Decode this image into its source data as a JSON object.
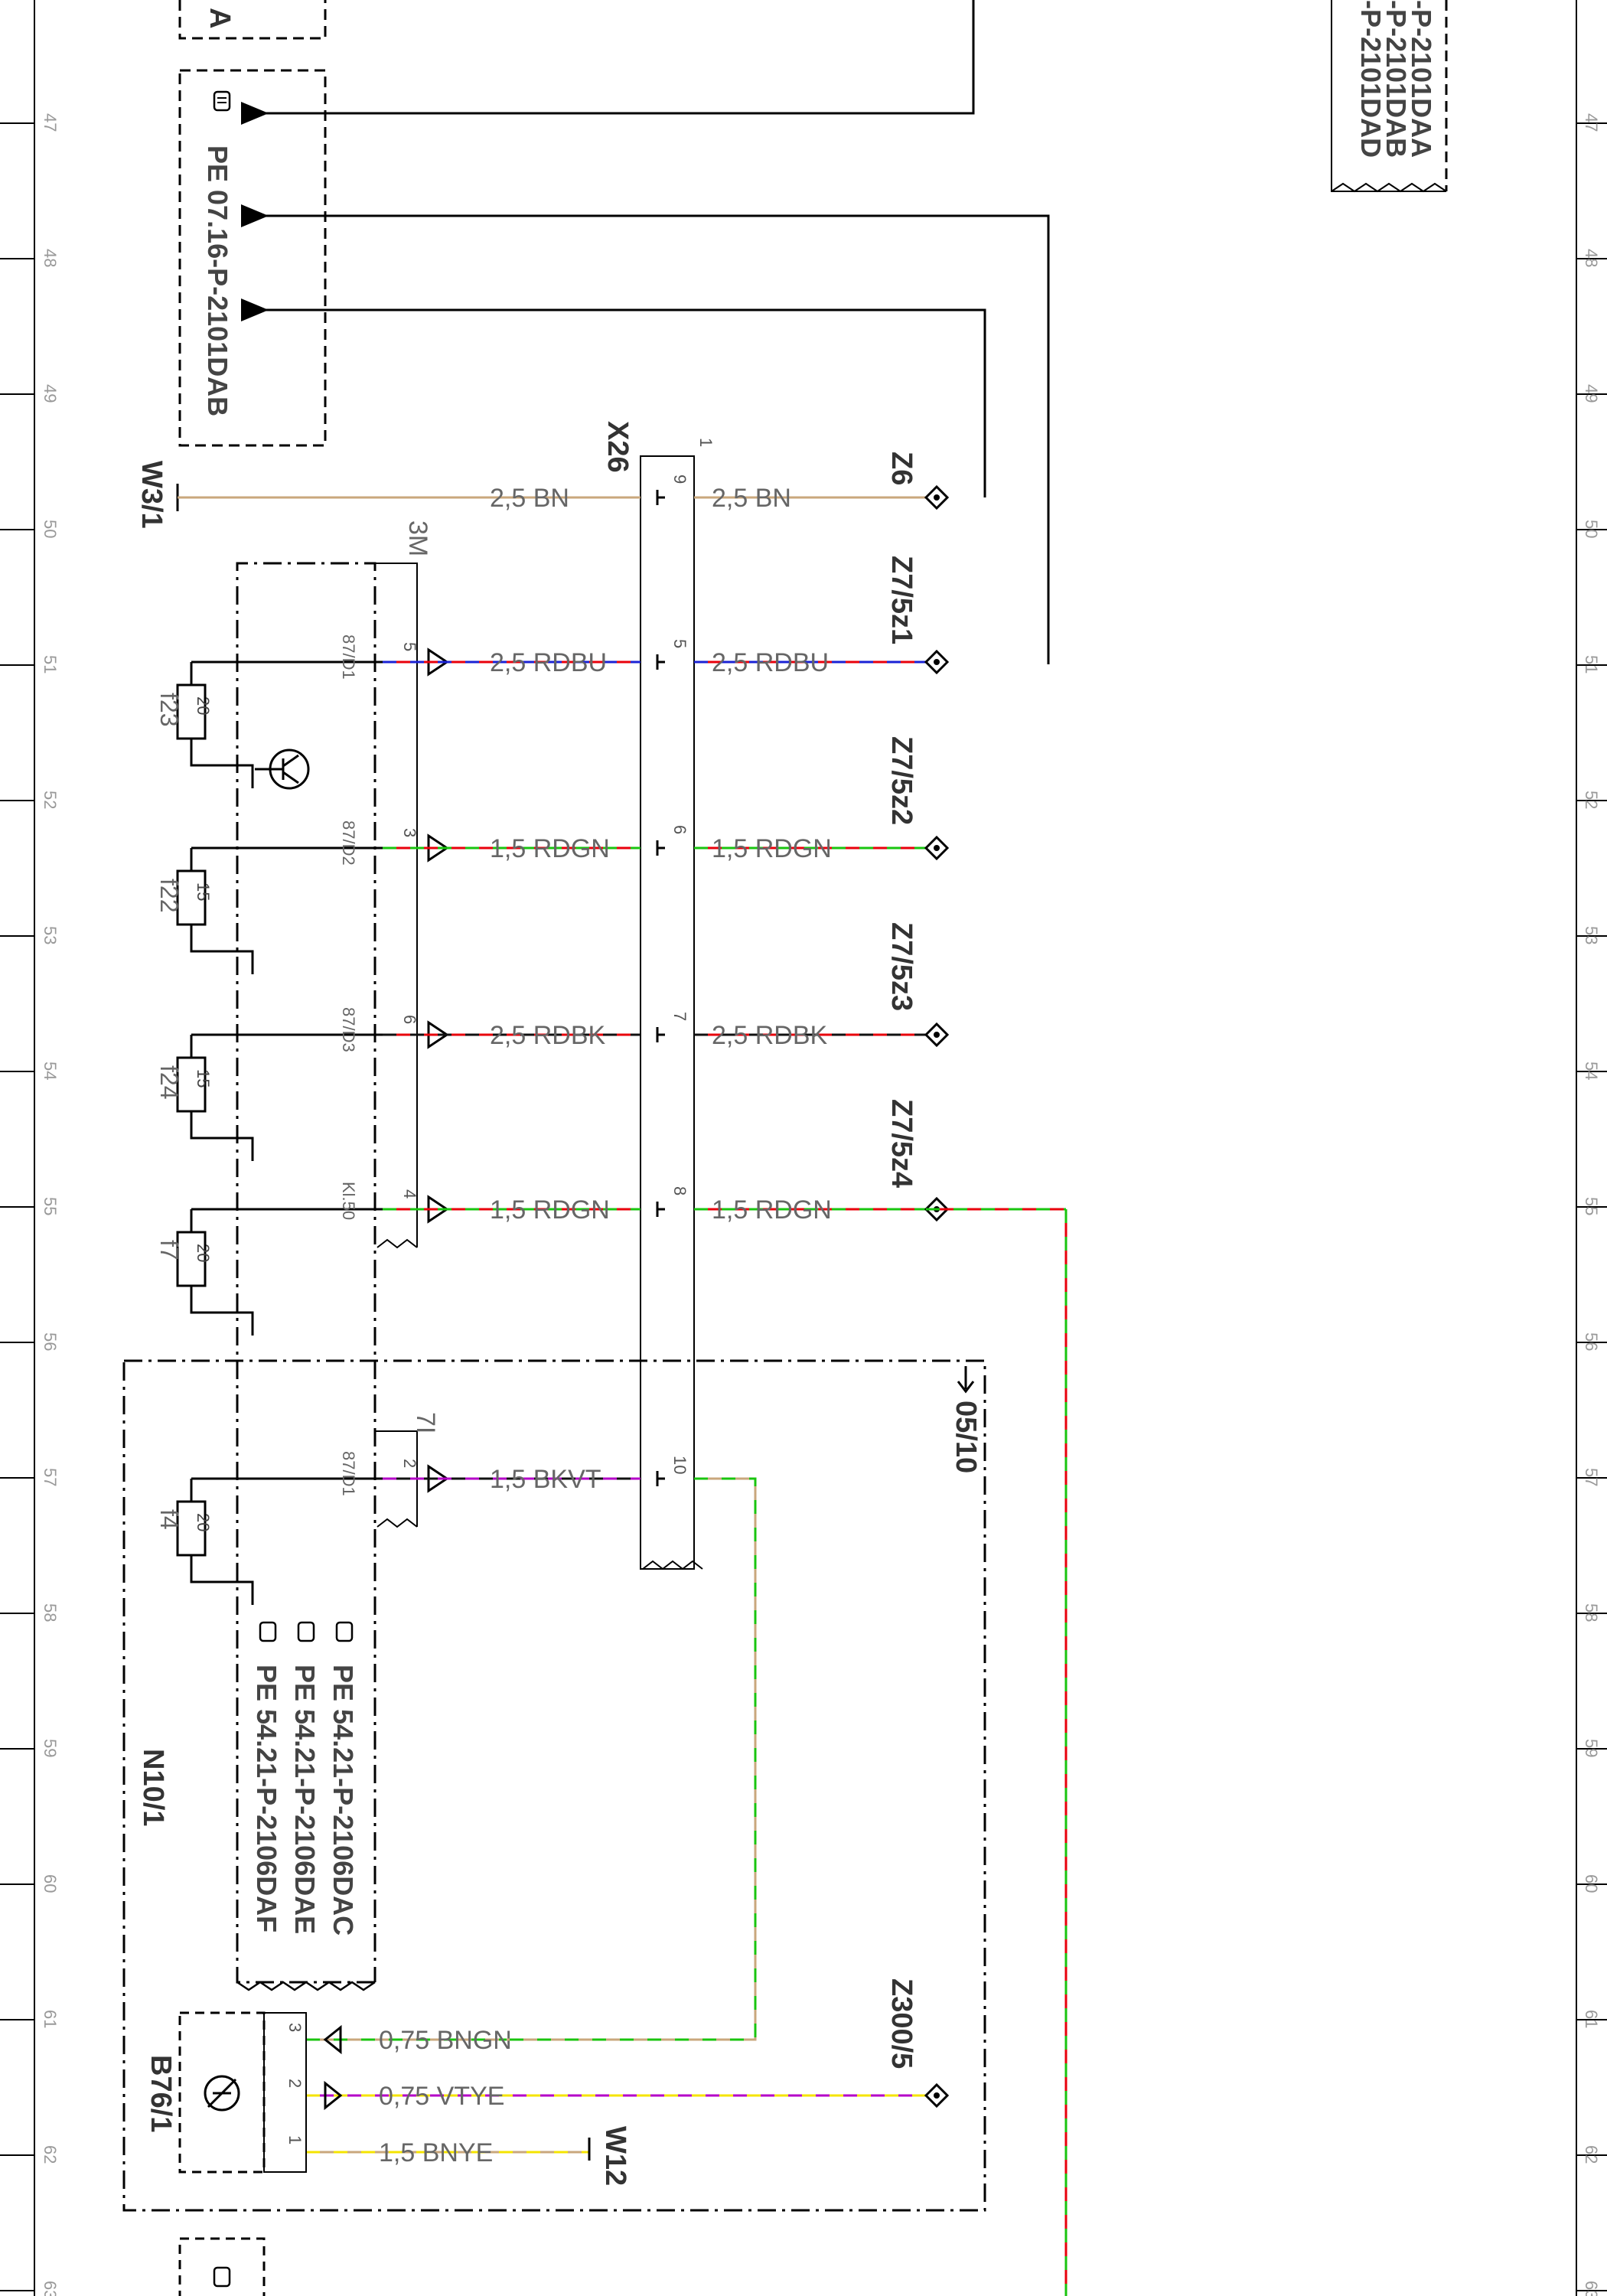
{
  "row_numbers": [
    "47",
    "48",
    "49",
    "50",
    "51",
    "52",
    "53",
    "54",
    "55",
    "56",
    "57",
    "58",
    "59",
    "60",
    "61",
    "62",
    "63"
  ],
  "top_stub": "A",
  "top_right_refs": [
    "-P-2101DAA",
    "-P-2101DAB",
    "-P-2101DAD"
  ],
  "pe_main": "PE 07.16-P-2101DAB",
  "pe_fuse_refs": [
    "PE 54.21-P-2106DAC",
    "PE 54.21-P-2106DAE",
    "PE 54.21-P-2106DAF"
  ],
  "components": {
    "w3_1": "W3/1",
    "x26": "X26",
    "x26_pin": "1",
    "z6": "Z6",
    "z7_5z1": "Z7/5z1",
    "z7_5z2": "Z7/5z2",
    "z7_5z3": "Z7/5z3",
    "z7_5z4": "Z7/5z4",
    "z300_5": "Z300/5",
    "n10_1": "N10/1",
    "b76_1": "B76/1",
    "w12": "W12",
    "ref_05_10": "05/10",
    "conn_3m": "3M",
    "conn_7i": "7I"
  },
  "fuses": [
    {
      "name": "f23",
      "rating": "20",
      "terminal": "87/D1"
    },
    {
      "name": "f22",
      "rating": "15",
      "terminal": "87/D2"
    },
    {
      "name": "f24",
      "rating": "15",
      "terminal": "87/D3"
    },
    {
      "name": "f7",
      "rating": "20",
      "terminal": "Kl.50"
    },
    {
      "name": "f4",
      "rating": "20",
      "terminal": "87/D1"
    }
  ],
  "wires": [
    {
      "id": "w50",
      "left": "2,5 BN",
      "right": "2,5 BN",
      "sam_pin": "",
      "x26_pin": "9",
      "colors": [
        "#c9a77c"
      ]
    },
    {
      "id": "w51",
      "left": "2,5 RDBU",
      "right": "2,5 RDBU",
      "sam_pin": "5",
      "x26_pin": "5",
      "colors": [
        "#e8000b",
        "#1a22d4"
      ]
    },
    {
      "id": "w52",
      "left": "1,5 RDGN",
      "right": "1,5 RDGN",
      "sam_pin": "3",
      "x26_pin": "6",
      "colors": [
        "#e8000b",
        "#19c40f"
      ]
    },
    {
      "id": "w54",
      "left": "2,5 RDBK",
      "right": "2,5 RDBK",
      "sam_pin": "6",
      "x26_pin": "7",
      "colors": [
        "#e8000b",
        "#111111"
      ]
    },
    {
      "id": "w55",
      "left": "1,5 RDGN",
      "right": "1,5 RDGN",
      "sam_pin": "4",
      "x26_pin": "8",
      "colors": [
        "#e8000b",
        "#19c40f"
      ]
    },
    {
      "id": "w57",
      "left": "1,5 BKVT",
      "right": "",
      "sam_pin": "2",
      "x26_pin": "10",
      "colors": [
        "#111111",
        "#b400c8"
      ]
    }
  ],
  "sensor_wires": [
    {
      "label": "0,75 BNGN",
      "pin": "3",
      "colors": [
        "#c9a77c",
        "#19c40f"
      ]
    },
    {
      "label": "0,75 VTYE",
      "pin": "2",
      "colors": [
        "#b400c8",
        "#f5e400"
      ]
    },
    {
      "label": "1,5 BNYE",
      "pin": "1",
      "colors": [
        "#c9a77c",
        "#f5e400"
      ]
    }
  ]
}
